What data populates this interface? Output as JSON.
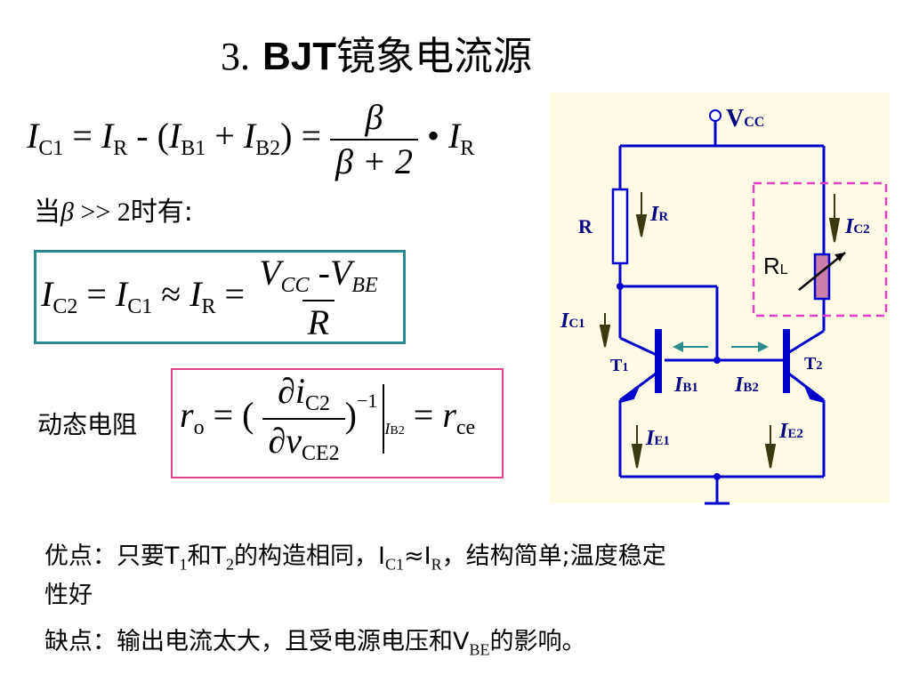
{
  "title": {
    "number": "3.",
    "bjt": "BJT",
    "rest": "镜象电流源"
  },
  "eq1": {
    "lhs": "I",
    "lhs_sub": "C1",
    "r1": "I",
    "r1_sub": "R",
    "minus_open": "- (",
    "b1": "I",
    "b1_sub": "B1",
    "plus": "+",
    "b2": "I",
    "b2_sub": "B2",
    "close_eq": ") =",
    "num": "β",
    "den": "β + 2",
    "dot": "•",
    "ir": "I",
    "ir_sub": "R"
  },
  "cond": {
    "pre": "当",
    "beta": "β",
    "rel": ">> 2",
    "post": "时有:"
  },
  "eq2": {
    "ic2": "I",
    "ic2_sub": "C2",
    "eq_a": "=",
    "ic1": "I",
    "ic1_sub": "C1",
    "approx": "≈",
    "ir": "I",
    "ir_sub": "R",
    "eq_b": "=",
    "num_v1": "V",
    "num_v1_sub": "CC",
    "num_minus": "-",
    "num_v2": "V",
    "num_v2_sub": "BE",
    "den": "R"
  },
  "dyn": {
    "label": "动态电阻",
    "r": "r",
    "r_sub": "o",
    "eq": "= (",
    "num": "∂i",
    "num_sub": "C2",
    "den": "∂v",
    "den_sub": "CE2",
    "close": ")",
    "exp": "−1",
    "bar_sub": "I",
    "bar_sub_sub": "B2",
    "eq2": "=",
    "rce": "r",
    "rce_sub": "ce"
  },
  "circuit": {
    "vcc": "V",
    "vcc_sub": "CC",
    "r": "R",
    "ir": "I",
    "ir_sub": "R",
    "ic2": "I",
    "ic2_sub": "C2",
    "rl": "R",
    "rl_sub": "L",
    "ic1": "I",
    "ic1_sub": "C1",
    "t1": "T",
    "t1_sub": "1",
    "t2": "T",
    "t2_sub": "2",
    "ib1": "I",
    "ib1_sub": "B1",
    "ib2": "I",
    "ib2_sub": "B2",
    "ie1": "I",
    "ie1_sub": "E1",
    "ie2": "I",
    "ie2_sub": "E2",
    "colors": {
      "wire": "#0000cc",
      "arrow": "#3a3a10",
      "label": "#000080",
      "rl_fill": "#c87fa8",
      "teal": "#2a8c8c",
      "pink": "#e040c8"
    }
  },
  "pros": {
    "a": "优点：只要T",
    "a_sub": "1",
    "b": "和T",
    "b_sub": "2",
    "c": "的构造相同，I",
    "c_sub": "C1",
    "d": "≈I",
    "d_sub": "R",
    "e": "，结构简单;温度稳定",
    "line2": "性好"
  },
  "cons": {
    "a": "缺点：输出电流太大，且受电源电压和V",
    "a_sub": "BE",
    "b": "的影响。"
  }
}
